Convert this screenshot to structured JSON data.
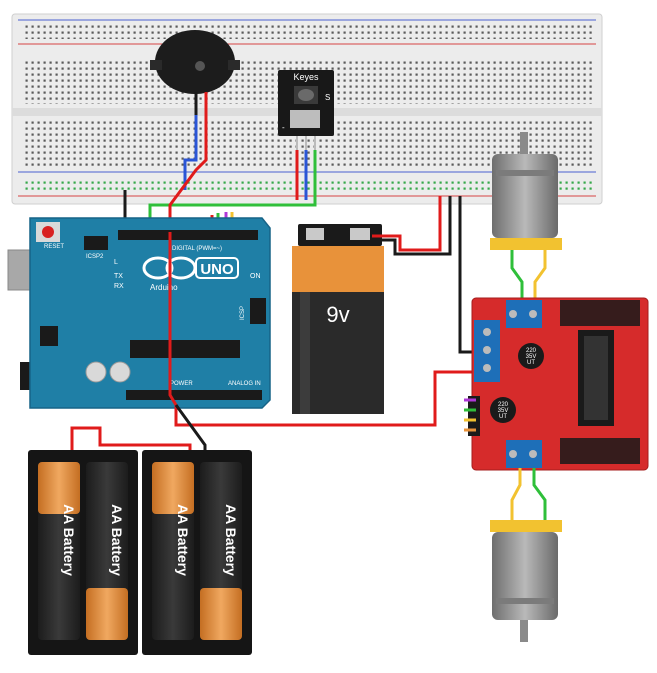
{
  "arduino": {
    "reset_label": "RESET",
    "icsp2_label": "ICSP2",
    "l_label": "L",
    "tx_label": "TX",
    "rx_label": "RX",
    "brand_label": "Arduino",
    "model_label": "UNO",
    "on_label": "ON",
    "icsp_label": "ICSP",
    "digital_label": "DIGITAL (PWM=~)",
    "power_label": "POWER",
    "analog_label": "ANALOG IN"
  },
  "ir_sensor": {
    "brand_label": "Keyes",
    "pin_minus": "-",
    "pin_s": "S"
  },
  "battery_9v": {
    "label": "9v"
  },
  "aa_batteries": {
    "labels": [
      "AA Battery",
      "AA Battery",
      "AA Battery",
      "AA Battery"
    ]
  },
  "driver": {
    "cap_top": "220\n35V\nUT",
    "cap_bottom": "220\n35V\nUT"
  },
  "colors": {
    "breadboard": "#e8e8e8",
    "arduino_blue": "#1f7fa6",
    "driver_red": "#d62b2b",
    "wire_red": "#e01b1b",
    "wire_black": "#1a1a1a",
    "wire_green": "#2fbf3a",
    "wire_blue": "#2a55d6",
    "wire_yellow": "#f2c230",
    "battery_orange": "#e8923a"
  }
}
